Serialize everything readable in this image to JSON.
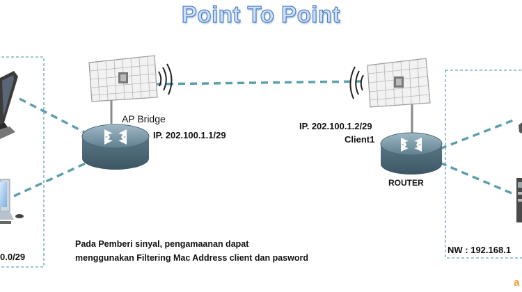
{
  "title": "Point To Point",
  "labels": {
    "ap_bridge": "AP Bridge",
    "ip_left": "IP. 202.100.1.1/29",
    "ip_right": "IP. 202.100.1.2/29",
    "client": "Client1",
    "router": "ROUTER",
    "note_line1": "Pada Pemberi sinyal, pengamaanan dapat",
    "note_line2": "menggunakan Filtering Mac Address client dan pasword",
    "nw_left": "0.0/29",
    "nw_right": "NW : 192.168.1",
    "watermark": "a"
  },
  "colors": {
    "link_dashed": "#5e9fad",
    "box_dashed": "#5fa8b8",
    "title_fill": "#cfe0f5",
    "title_stroke": "#4b7fc4",
    "router_body": "#5e7f8f"
  },
  "icons": [
    "laptop-icon",
    "desktop-computer-icon",
    "router-icon",
    "grid-antenna-icon",
    "wireless-signal-icon",
    "server-icon"
  ]
}
